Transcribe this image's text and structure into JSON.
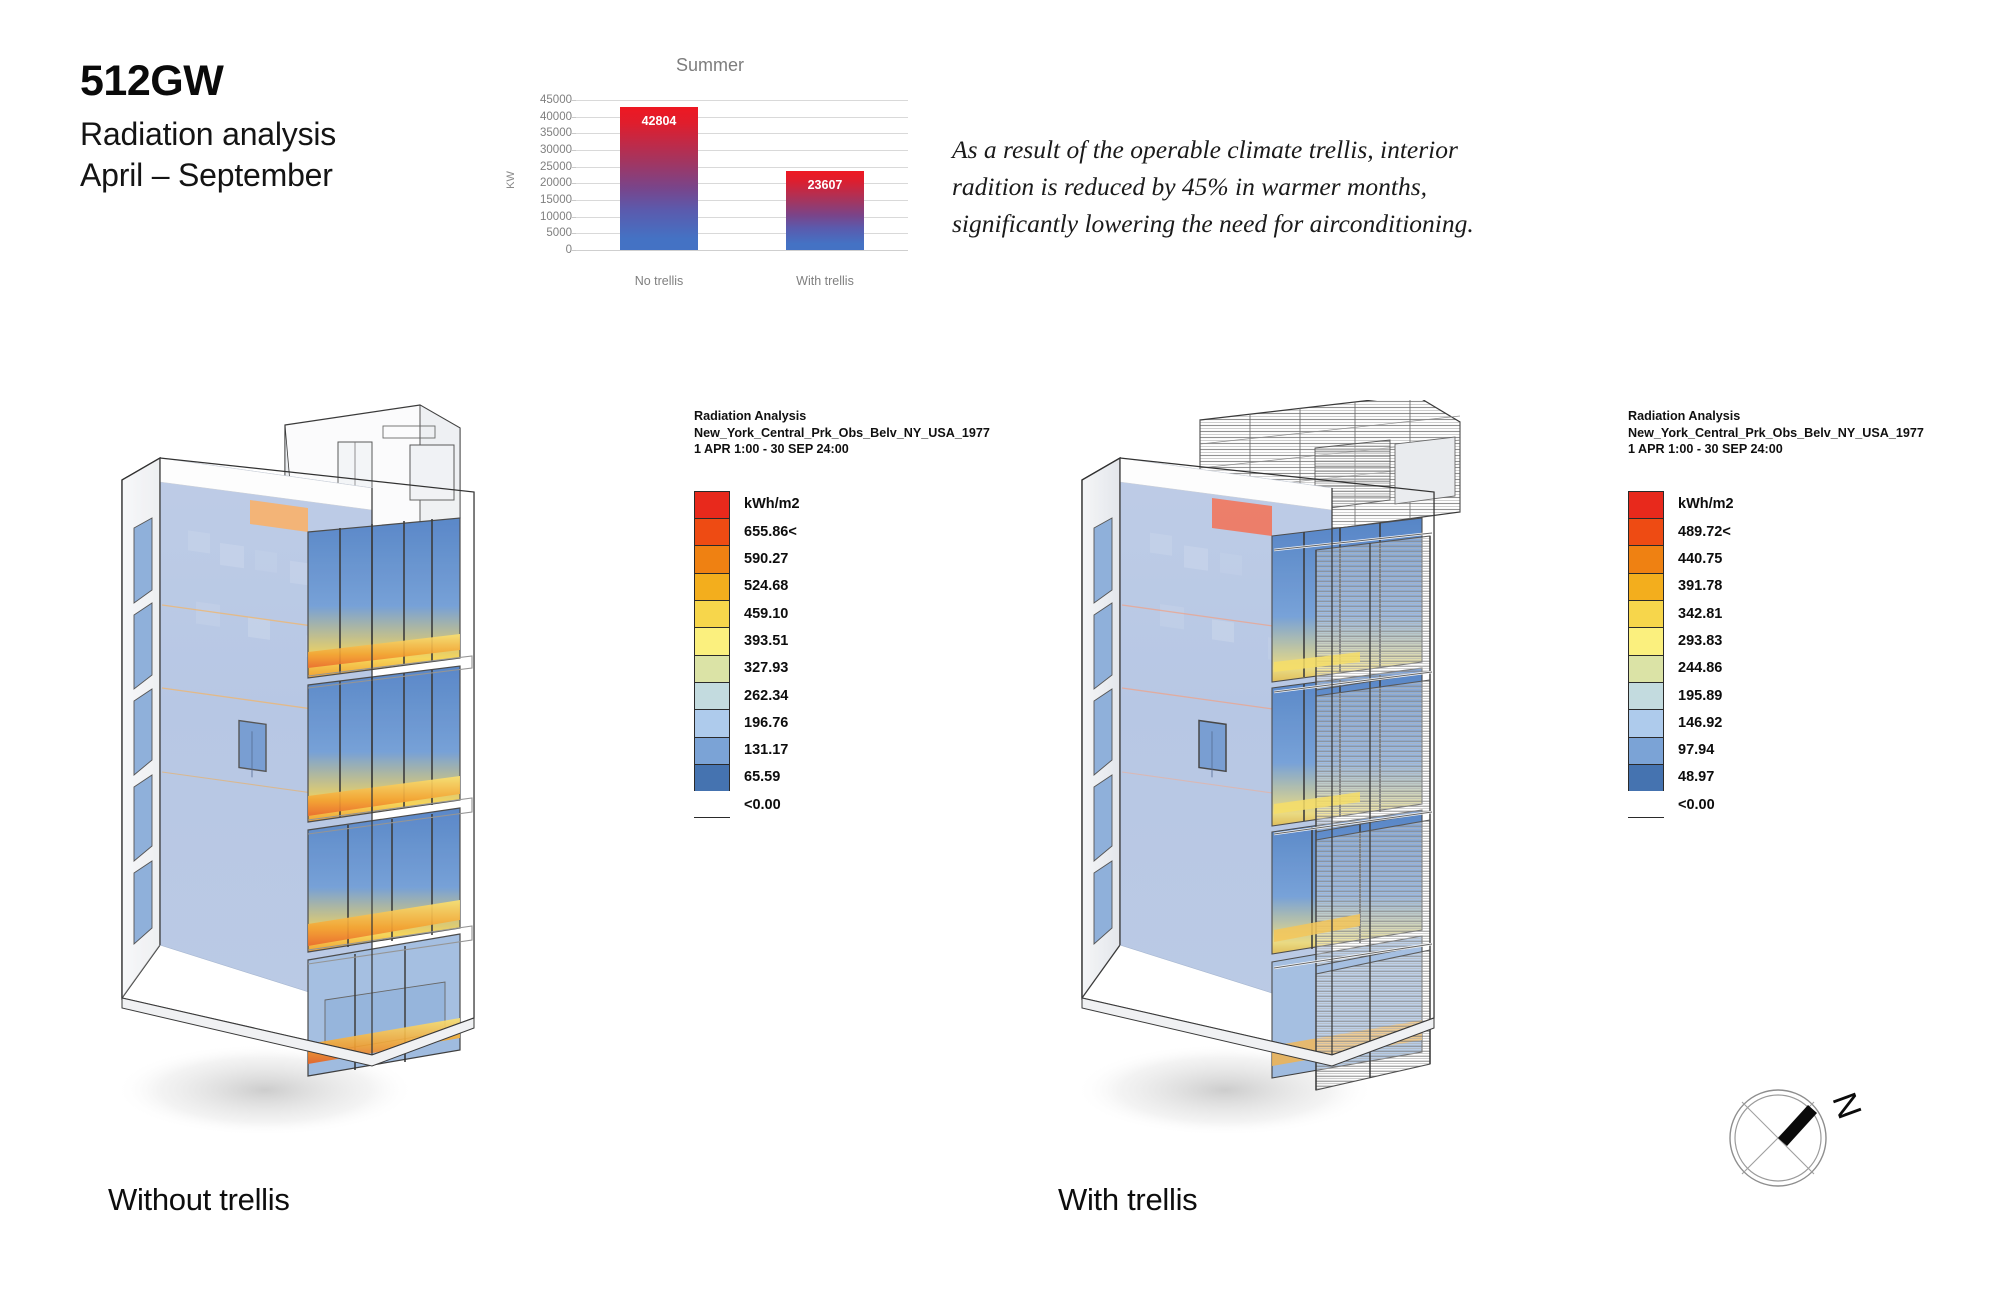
{
  "title": {
    "project_code": "512GW",
    "subtitle_line1": "Radiation analysis",
    "subtitle_line2": "April – September"
  },
  "chart_data": {
    "type": "bar",
    "title": "Summer",
    "xlabel": "",
    "ylabel": "KW",
    "categories": [
      "No trellis",
      "With trellis"
    ],
    "values": [
      42804,
      23607
    ],
    "data_labels": [
      "42804",
      "23607"
    ],
    "ylim": [
      0,
      45000
    ],
    "ytick_labels": [
      "45000",
      "40000",
      "35000",
      "30000",
      "25000",
      "20000",
      "15000",
      "10000",
      "5000",
      "0"
    ],
    "ytick_values": [
      45000,
      40000,
      35000,
      30000,
      25000,
      20000,
      15000,
      10000,
      5000,
      0
    ],
    "grid": true,
    "legend": "none",
    "bar_gradient_top": "#ee1822",
    "bar_gradient_bottom": "#4472c4"
  },
  "body_text": "As a result of the operable climate trellis, interior radition is reduced by 45% in warmer months, significantly lowering the need for airconditioning.",
  "legend_left": {
    "header_line1": "Radiation Analysis",
    "header_line2": "New_York_Central_Prk_Obs_Belv_NY_USA_1977",
    "header_line3": "1 APR 1:00 - 30 SEP 24:00",
    "unit": "kWh/m2",
    "values": [
      "655.86<",
      "590.27",
      "524.68",
      "459.10",
      "393.51",
      "327.93",
      "262.34",
      "196.76",
      "131.17",
      "65.59",
      "<0.00"
    ],
    "colors": [
      "#e8291c",
      "#ee4b13",
      "#ef8112",
      "#f3ae1d",
      "#f7d64b",
      "#fbf07e",
      "#dbe3a6",
      "#c3dbdf",
      "#aecbec",
      "#7ba3d6",
      "#4573b0"
    ]
  },
  "legend_right": {
    "header_line1": "Radiation Analysis",
    "header_line2": "New_York_Central_Prk_Obs_Belv_NY_USA_1977",
    "header_line3": "1 APR 1:00 - 30 SEP 24:00",
    "unit": "kWh/m2",
    "values": [
      "489.72<",
      "440.75",
      "391.78",
      "342.81",
      "293.83",
      "244.86",
      "195.89",
      "146.92",
      "97.94",
      "48.97",
      "<0.00"
    ],
    "colors": [
      "#e8291c",
      "#ee4b13",
      "#ef8112",
      "#f3ae1d",
      "#f7d64b",
      "#fbf07e",
      "#dbe3a6",
      "#c3dbdf",
      "#aecbec",
      "#7ba3d6",
      "#4573b0"
    ]
  },
  "captions": {
    "left": "Without trellis",
    "right": "With trellis"
  },
  "north_arrow": {
    "label": "N"
  },
  "colors": {
    "page_background": "#ffffff",
    "text_primary": "#0d0d0d",
    "chart_axis_text": "#7f7f7f",
    "facade_blue": "#b4c5e2",
    "hotspot_orange": "#f4922a",
    "hotspot_red": "#f0663f"
  }
}
